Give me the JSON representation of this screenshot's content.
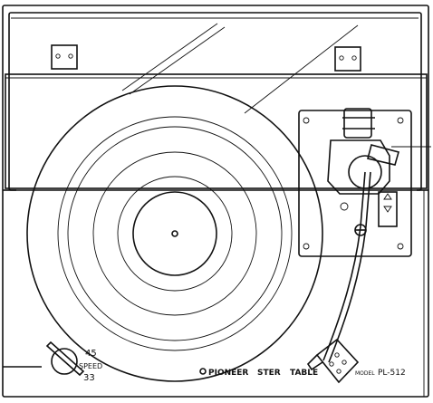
{
  "speed_selector": {
    "top_label": "45",
    "middle_label": "SPEED",
    "bottom_label": "33"
  },
  "brand_plate": {
    "brand_left": "PIONEER",
    "brand_mid": "STER",
    "brand_right": "TABLE",
    "model_prefix": "MODEL",
    "model_number": "PL-512"
  }
}
